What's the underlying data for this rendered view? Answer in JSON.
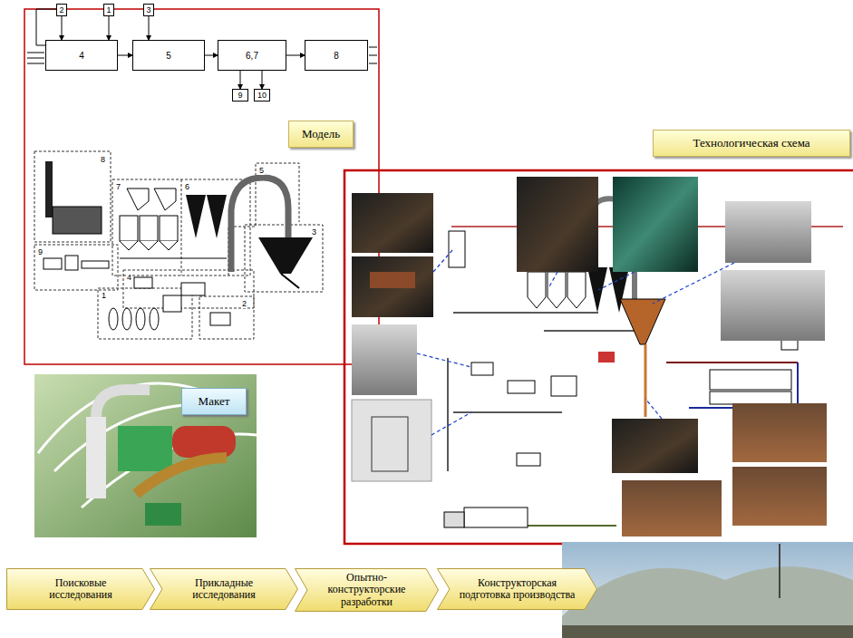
{
  "diagram": {
    "nodes": [
      {
        "text": [
          "2"
        ]
      },
      {
        "text": [
          "1"
        ]
      },
      {
        "text": [
          "3"
        ]
      },
      {
        "text": [
          "4"
        ]
      },
      {
        "text": [
          "5"
        ]
      },
      {
        "text": [
          "6,7"
        ]
      },
      {
        "text": [
          "8"
        ]
      },
      {
        "text": [
          "9"
        ]
      },
      {
        "text": [
          "10"
        ]
      },
      {
        "text": [
          "Модель"
        ]
      },
      {
        "text": [
          "Технологическая схема"
        ]
      },
      {
        "text": [
          "Макет"
        ]
      },
      {
        "text": [
          "Поисковые исследования"
        ]
      },
      {
        "text": [
          "Прикладные исследования"
        ]
      },
      {
        "text": [
          "Опытно-конструкторские разработки"
        ]
      },
      {
        "text": [
          "Конструкторская подготовка производства"
        ]
      }
    ],
    "edges": [
      {
        "from": 0,
        "to": 3,
        "arrow": "to"
      },
      {
        "from": 1,
        "to": 3,
        "arrow": "to"
      },
      {
        "from": 2,
        "to": 4,
        "arrow": "to"
      },
      {
        "from": 3,
        "to": 4,
        "arrow": "to"
      },
      {
        "from": 4,
        "to": 5,
        "arrow": "to"
      },
      {
        "from": 5,
        "to": 6,
        "arrow": "to"
      },
      {
        "from": 5,
        "to": 7,
        "arrow": "to"
      },
      {
        "from": 5,
        "to": 8,
        "arrow": "to"
      }
    ],
    "labels": [
      "8",
      "7",
      "6",
      "5",
      "3",
      "9",
      "4",
      "1",
      "2"
    ]
  }
}
